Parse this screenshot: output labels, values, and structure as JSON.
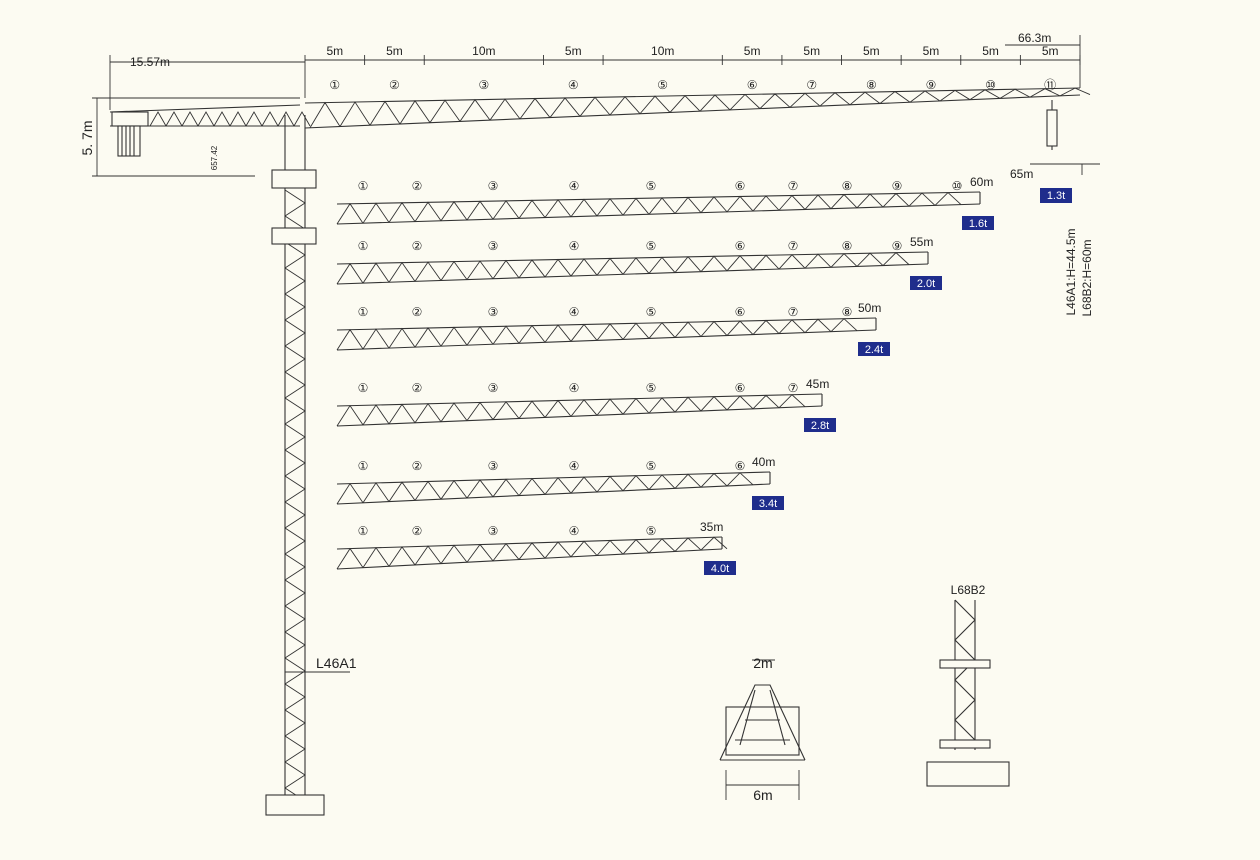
{
  "colors": {
    "background": "#fcfbf2",
    "line": "#333333",
    "badge": "#1f2d8c",
    "badge_text": "#ffffff"
  },
  "top": {
    "tail_length": "15.57m",
    "jib_length": "66.3m",
    "head_height": "5. 7m",
    "small_dim": "657.42",
    "tip_radius": "65m",
    "tip_load": "1.3t",
    "segment_dims": [
      "5m",
      "5m",
      "10m",
      "5m",
      "10m",
      "5m",
      "5m",
      "5m",
      "5m",
      "5m",
      "5m"
    ],
    "segment_numbers": [
      "①",
      "②",
      "③",
      "④",
      "⑤",
      "⑥",
      "⑦",
      "⑧",
      "⑨",
      "⑩",
      "⑪"
    ]
  },
  "height_note_1": "L46A1:H=44.5m",
  "height_note_2": "L68B2:H=60m",
  "mast_label": "L46A1",
  "configs": [
    {
      "numbers": [
        "①",
        "②",
        "③",
        "④",
        "⑤",
        "⑥",
        "⑦",
        "⑧",
        "⑨",
        "⑩"
      ],
      "length": "60m",
      "load": "1.6t"
    },
    {
      "numbers": [
        "①",
        "②",
        "③",
        "④",
        "⑤",
        "⑥",
        "⑦",
        "⑧",
        "⑨"
      ],
      "length": "55m",
      "load": "2.0t"
    },
    {
      "numbers": [
        "①",
        "②",
        "③",
        "④",
        "⑤",
        "⑥",
        "⑦",
        "⑧"
      ],
      "length": "50m",
      "load": "2.4t"
    },
    {
      "numbers": [
        "①",
        "②",
        "③",
        "④",
        "⑤",
        "⑥",
        "⑦"
      ],
      "length": "45m",
      "load": "2.8t"
    },
    {
      "numbers": [
        "①",
        "②",
        "③",
        "④",
        "⑤",
        "⑥"
      ],
      "length": "40m",
      "load": "3.4t"
    },
    {
      "numbers": [
        "①",
        "②",
        "③",
        "④",
        "⑤"
      ],
      "length": "35m",
      "load": "4.0t"
    }
  ],
  "base": {
    "top_width": "2m",
    "bottom_width": "6m"
  },
  "alt_mast_label": "L68B2"
}
